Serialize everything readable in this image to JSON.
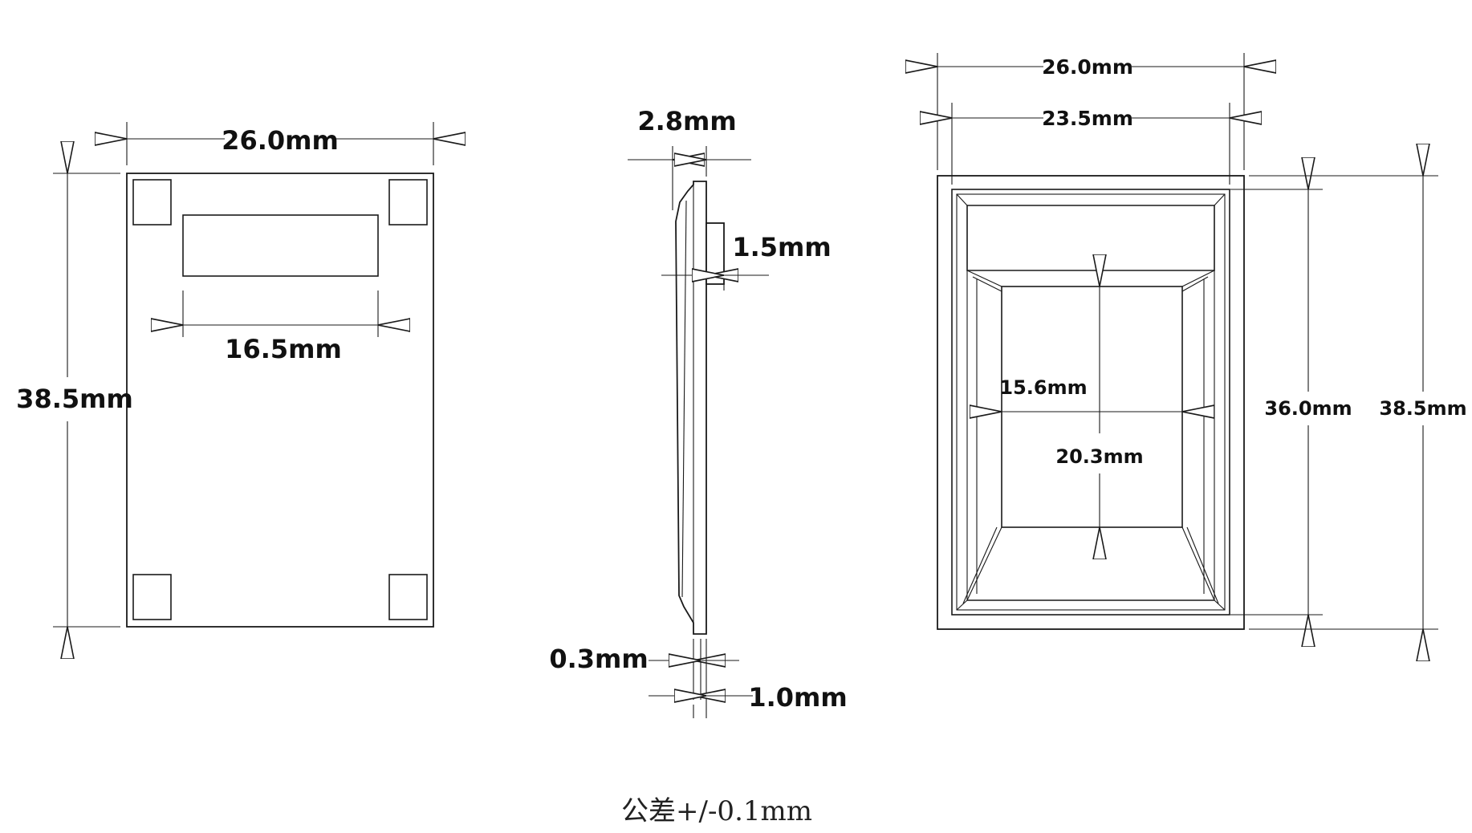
{
  "views": {
    "front": {
      "width_label": "26.0mm",
      "height_label": "38.5mm",
      "slot_width_label": "16.5mm"
    },
    "side": {
      "thickness_total_label": "2.8mm",
      "component_label": "1.5mm",
      "edge_label": "0.3mm",
      "plate_label": "1.0mm"
    },
    "back": {
      "outer_width_label": "26.0mm",
      "inner_width_label": "23.5mm",
      "window_width_label": "15.6mm",
      "window_height_label": "20.3mm",
      "inner_height_label": "36.0mm",
      "outer_height_label": "38.5mm"
    }
  },
  "tolerance_note": "公差+/-0.1mm"
}
